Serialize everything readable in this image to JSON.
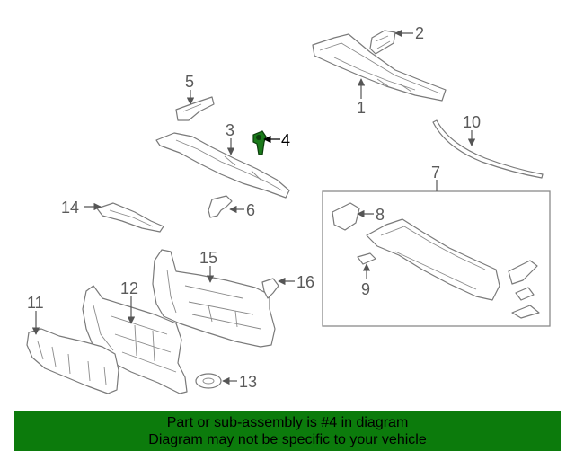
{
  "callouts": {
    "c1": "1",
    "c2": "2",
    "c3": "3",
    "c4": "4",
    "c5": "5",
    "c6": "6",
    "c7": "7",
    "c8": "8",
    "c9": "9",
    "c10": "10",
    "c11": "11",
    "c12": "12",
    "c13": "13",
    "c14": "14",
    "c15": "15",
    "c16": "16"
  },
  "highlighted_part": "4",
  "colors": {
    "banner_background": "#0c7b0c",
    "highlight_part": "#1a7a1a",
    "line_art": "#7a7a7a"
  },
  "banner": {
    "line1": "Part or sub-assembly is #4 in diagram",
    "line2": "Diagram may not be specific to your vehicle"
  }
}
